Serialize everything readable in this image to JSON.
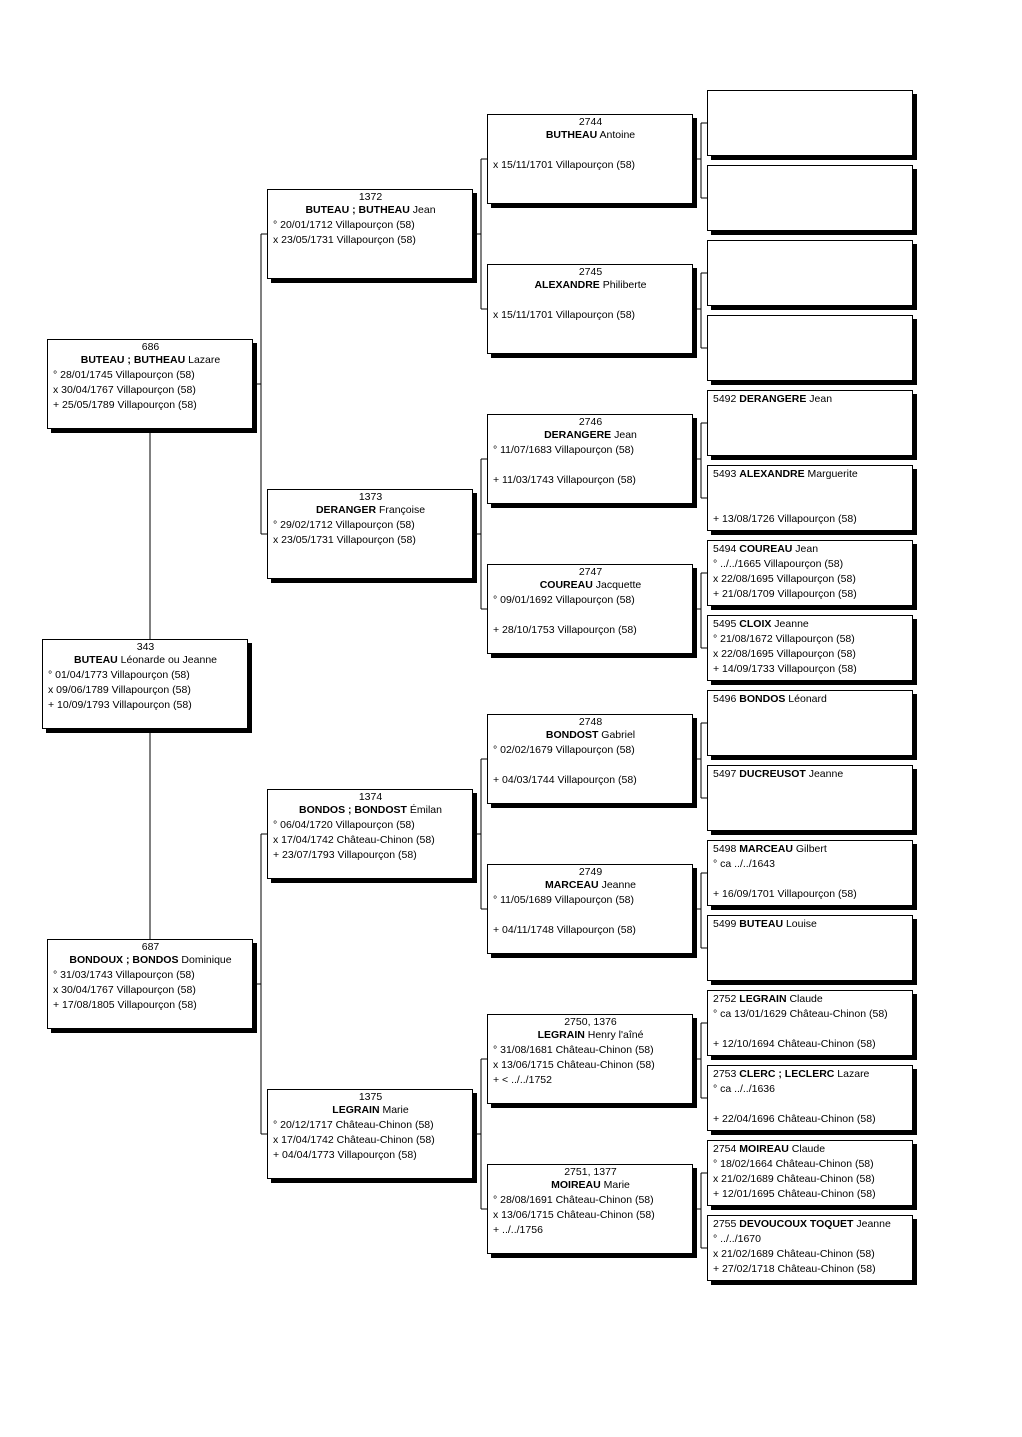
{
  "persons": [
    {
      "id": "p343",
      "num": "343",
      "surname": "BUTEAU",
      "given": "Léonarde ou Jeanne",
      "lines": [
        "° 01/04/1773 Villapourçon (58)",
        "x 09/06/1789 Villapourçon (58)",
        "+ 10/09/1793 Villapourçon (58)"
      ]
    },
    {
      "id": "p686",
      "num": "686",
      "surname": "BUTEAU ; BUTHEAU",
      "given": "Lazare",
      "lines": [
        "° 28/01/1745 Villapourçon (58)",
        "x 30/04/1767 Villapourçon (58)",
        "+ 25/05/1789 Villapourçon (58)"
      ]
    },
    {
      "id": "p687",
      "num": "687",
      "surname": "BONDOUX ; BONDOS",
      "given": "Dominique",
      "lines": [
        "° 31/03/1743 Villapourçon (58)",
        "x 30/04/1767 Villapourçon (58)",
        "+ 17/08/1805 Villapourçon (58)"
      ]
    },
    {
      "id": "p1372",
      "num": "1372",
      "surname": "BUTEAU ; BUTHEAU",
      "given": "Jean",
      "lines": [
        "° 20/01/1712 Villapourçon (58)",
        "x 23/05/1731 Villapourçon (58)"
      ]
    },
    {
      "id": "p1373",
      "num": "1373",
      "surname": "DERANGER",
      "given": "Françoise",
      "lines": [
        "° 29/02/1712 Villapourçon (58)",
        "x 23/05/1731 Villapourçon (58)"
      ]
    },
    {
      "id": "p1374",
      "num": "1374",
      "surname": "BONDOS ; BONDOST",
      "given": "Émilan",
      "lines": [
        "° 06/04/1720 Villapourçon (58)",
        "x 17/04/1742 Château-Chinon (58)",
        "+ 23/07/1793 Villapourçon (58)"
      ]
    },
    {
      "id": "p1375",
      "num": "1375",
      "surname": "LEGRAIN",
      "given": "Marie",
      "lines": [
        "° 20/12/1717 Château-Chinon (58)",
        "x 17/04/1742 Château-Chinon (58)",
        "+ 04/04/1773 Villapourçon (58)"
      ]
    },
    {
      "id": "p2744",
      "num": "2744",
      "surname": "BUTHEAU",
      "given": "Antoine",
      "lines": [
        "",
        "x 15/11/1701 Villapourçon (58)"
      ]
    },
    {
      "id": "p2745",
      "num": "2745",
      "surname": "ALEXANDRE",
      "given": "Philiberte",
      "lines": [
        "",
        "x 15/11/1701 Villapourçon (58)"
      ]
    },
    {
      "id": "p2746",
      "num": "2746",
      "surname": "DERANGERE",
      "given": "Jean",
      "lines": [
        "° 11/07/1683 Villapourçon (58)",
        "",
        "+ 11/03/1743 Villapourçon (58)"
      ]
    },
    {
      "id": "p2747",
      "num": "2747",
      "surname": "COUREAU",
      "given": "Jacquette",
      "lines": [
        "° 09/01/1692 Villapourçon (58)",
        "",
        "+ 28/10/1753 Villapourçon (58)"
      ]
    },
    {
      "id": "p2748",
      "num": "2748",
      "surname": "BONDOST",
      "given": "Gabriel",
      "lines": [
        "° 02/02/1679 Villapourçon (58)",
        "",
        "+ 04/03/1744 Villapourçon (58)"
      ]
    },
    {
      "id": "p2749",
      "num": "2749",
      "surname": "MARCEAU",
      "given": "Jeanne",
      "lines": [
        "° 11/05/1689 Villapourçon (58)",
        "",
        "+ 04/11/1748 Villapourçon (58)"
      ]
    },
    {
      "id": "p2750",
      "num": "2750, 1376",
      "surname": "LEGRAIN",
      "given": "Henry l'aîné",
      "lines": [
        "° 31/08/1681 Château-Chinon (58)",
        "x 13/06/1715 Château-Chinon (58)",
        "+ < ../../1752"
      ]
    },
    {
      "id": "p2751",
      "num": "2751, 1377",
      "surname": "MOIREAU",
      "given": "Marie",
      "lines": [
        "° 28/08/1691 Château-Chinon (58)",
        "x 13/06/1715 Château-Chinon (58)",
        "+ ../../1756"
      ]
    },
    {
      "id": "p5492",
      "num": "5492",
      "surname": "DERANGERE",
      "given": "Jean",
      "lines": []
    },
    {
      "id": "p5493",
      "num": "5493",
      "surname": "ALEXANDRE",
      "given": "Marguerite",
      "lines": [
        "",
        "",
        "+ 13/08/1726 Villapourçon (58)"
      ]
    },
    {
      "id": "p5494",
      "num": "5494",
      "surname": "COUREAU",
      "given": "Jean",
      "lines": [
        "° ../../1665 Villapourçon (58)",
        "x 22/08/1695 Villapourçon (58)",
        "+ 21/08/1709 Villapourçon (58)"
      ]
    },
    {
      "id": "p5495",
      "num": "5495",
      "surname": "CLOIX",
      "given": "Jeanne",
      "lines": [
        "° 21/08/1672 Villapourçon (58)",
        "x 22/08/1695 Villapourçon (58)",
        "+ 14/09/1733 Villapourçon (58)"
      ]
    },
    {
      "id": "p5496",
      "num": "5496",
      "surname": "BONDOS",
      "given": "Léonard",
      "lines": []
    },
    {
      "id": "p5497",
      "num": "5497",
      "surname": "DUCREUSOT",
      "given": "Jeanne",
      "lines": []
    },
    {
      "id": "p5498",
      "num": "5498",
      "surname": "MARCEAU",
      "given": "Gilbert",
      "lines": [
        "° ca ../../1643",
        "",
        "+ 16/09/1701 Villapourçon (58)"
      ]
    },
    {
      "id": "p5499",
      "num": "5499",
      "surname": "BUTEAU",
      "given": "Louise",
      "lines": []
    },
    {
      "id": "p2752",
      "num": "2752",
      "surname": "LEGRAIN",
      "given": "Claude",
      "lines": [
        "° ca 13/01/1629 Château-Chinon (58)",
        "",
        "+ 12/10/1694 Château-Chinon (58)"
      ]
    },
    {
      "id": "p2753",
      "num": "2753",
      "surname": "CLERC ; LECLERC",
      "given": "Lazare",
      "lines": [
        "° ca ../../1636",
        "",
        "+ 22/04/1696 Château-Chinon (58)"
      ]
    },
    {
      "id": "p2754",
      "num": "2754",
      "surname": "MOIREAU",
      "given": "Claude",
      "lines": [
        "° 18/02/1664 Château-Chinon (58)",
        "x 21/02/1689 Château-Chinon (58)",
        "+ 12/01/1695 Château-Chinon (58)"
      ]
    },
    {
      "id": "p2755",
      "num": "2755",
      "surname": "DEVOUCOUX TOQUET",
      "given": "Jeanne",
      "lines": [
        "° ../../1670",
        "x 21/02/1689 Château-Chinon (58)",
        "+ 27/02/1718 Château-Chinon (58)"
      ]
    }
  ]
}
